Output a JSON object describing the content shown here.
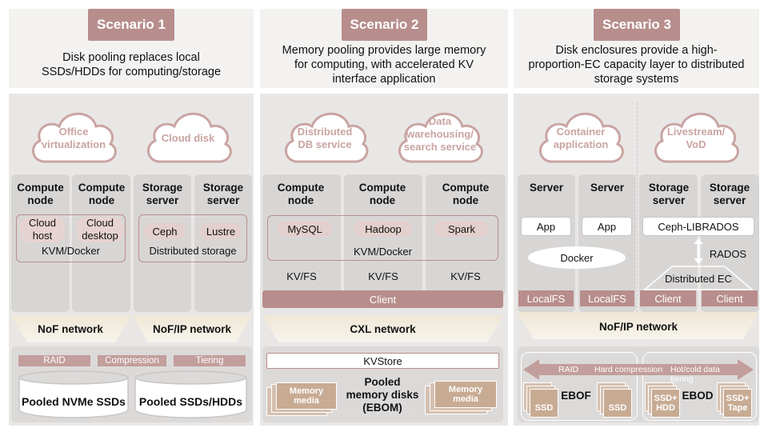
{
  "scenarios": [
    {
      "badge": "Scenario 1",
      "description": [
        "Disk pooling replaces local",
        "SSDs/HDDs for computing/storage"
      ],
      "clouds": [
        "Office virtualization",
        "Cloud disk"
      ],
      "columns": [
        {
          "title": "Compute node"
        },
        {
          "title": "Compute node"
        },
        {
          "title": "Storage server"
        },
        {
          "title": "Storage server"
        }
      ],
      "compute_items": [
        "Cloud host",
        "Cloud desktop"
      ],
      "compute_layer": "KVM/Docker",
      "storage_items": [
        "Ceph",
        "Lustre"
      ],
      "storage_layer": "Distributed storage",
      "networks": [
        "NoF network",
        "NoF/IP network"
      ],
      "features": [
        "RAID",
        "Compression",
        "Tiering"
      ],
      "pools": [
        "Pooled NVMe SSDs",
        "Pooled SSDs/HDDs"
      ]
    },
    {
      "badge": "Scenario 2",
      "description": [
        "Memory pooling provides large memory",
        "for computing, with accelerated KV",
        "interface application"
      ],
      "clouds": [
        "Distributed DB service",
        "Data warehousing/ search service"
      ],
      "columns": [
        {
          "title": "Compute node",
          "app": "MySQL",
          "fs": "KV/FS"
        },
        {
          "title": "Compute node",
          "app": "Hadoop",
          "fs": "KV/FS"
        },
        {
          "title": "Compute node",
          "app": "Spark",
          "fs": "KV/FS"
        }
      ],
      "layer": "KVM/Docker",
      "client": "Client",
      "network": "CXL network",
      "kvstore": "KVStore",
      "pool_label": [
        "Pooled",
        "memory disks",
        "(EBOM)"
      ],
      "media": "Memory media"
    },
    {
      "badge": "Scenario 3",
      "description": [
        "Disk enclosures provide a high-",
        "proportion-EC capacity layer to distributed",
        "storage systems"
      ],
      "clouds": [
        "Container application",
        "Livestream/ VoD"
      ],
      "servers": [
        {
          "title": "Server",
          "app": "App",
          "fs": "LocalFS"
        },
        {
          "title": "Server",
          "app": "App",
          "fs": "LocalFS"
        }
      ],
      "docker": "Docker",
      "storage_servers": [
        {
          "title": "Storage server",
          "client": "Client"
        },
        {
          "title": "Storage server",
          "client": "Client"
        }
      ],
      "librados": "Ceph-LIBRADOS",
      "rados": "RADOS",
      "ec": "Distributed EC",
      "network": "NoF/IP network",
      "arrow_labels": [
        "RAID",
        "Hard compression",
        "Hot/cold data tiering"
      ],
      "ebof": "EBOF",
      "ebod": "EBOD",
      "ssd": "SSD",
      "ssd_hdd": "SSD+ HDD",
      "ssd_tape": "SSD+ Tape"
    }
  ],
  "colors": {
    "accent": "#b78e8c",
    "cloud_text": "#c9a4a2",
    "panel_head": "#f3f2f1",
    "panel_body": "#e9e7e6",
    "column": "#d8d6d5"
  }
}
